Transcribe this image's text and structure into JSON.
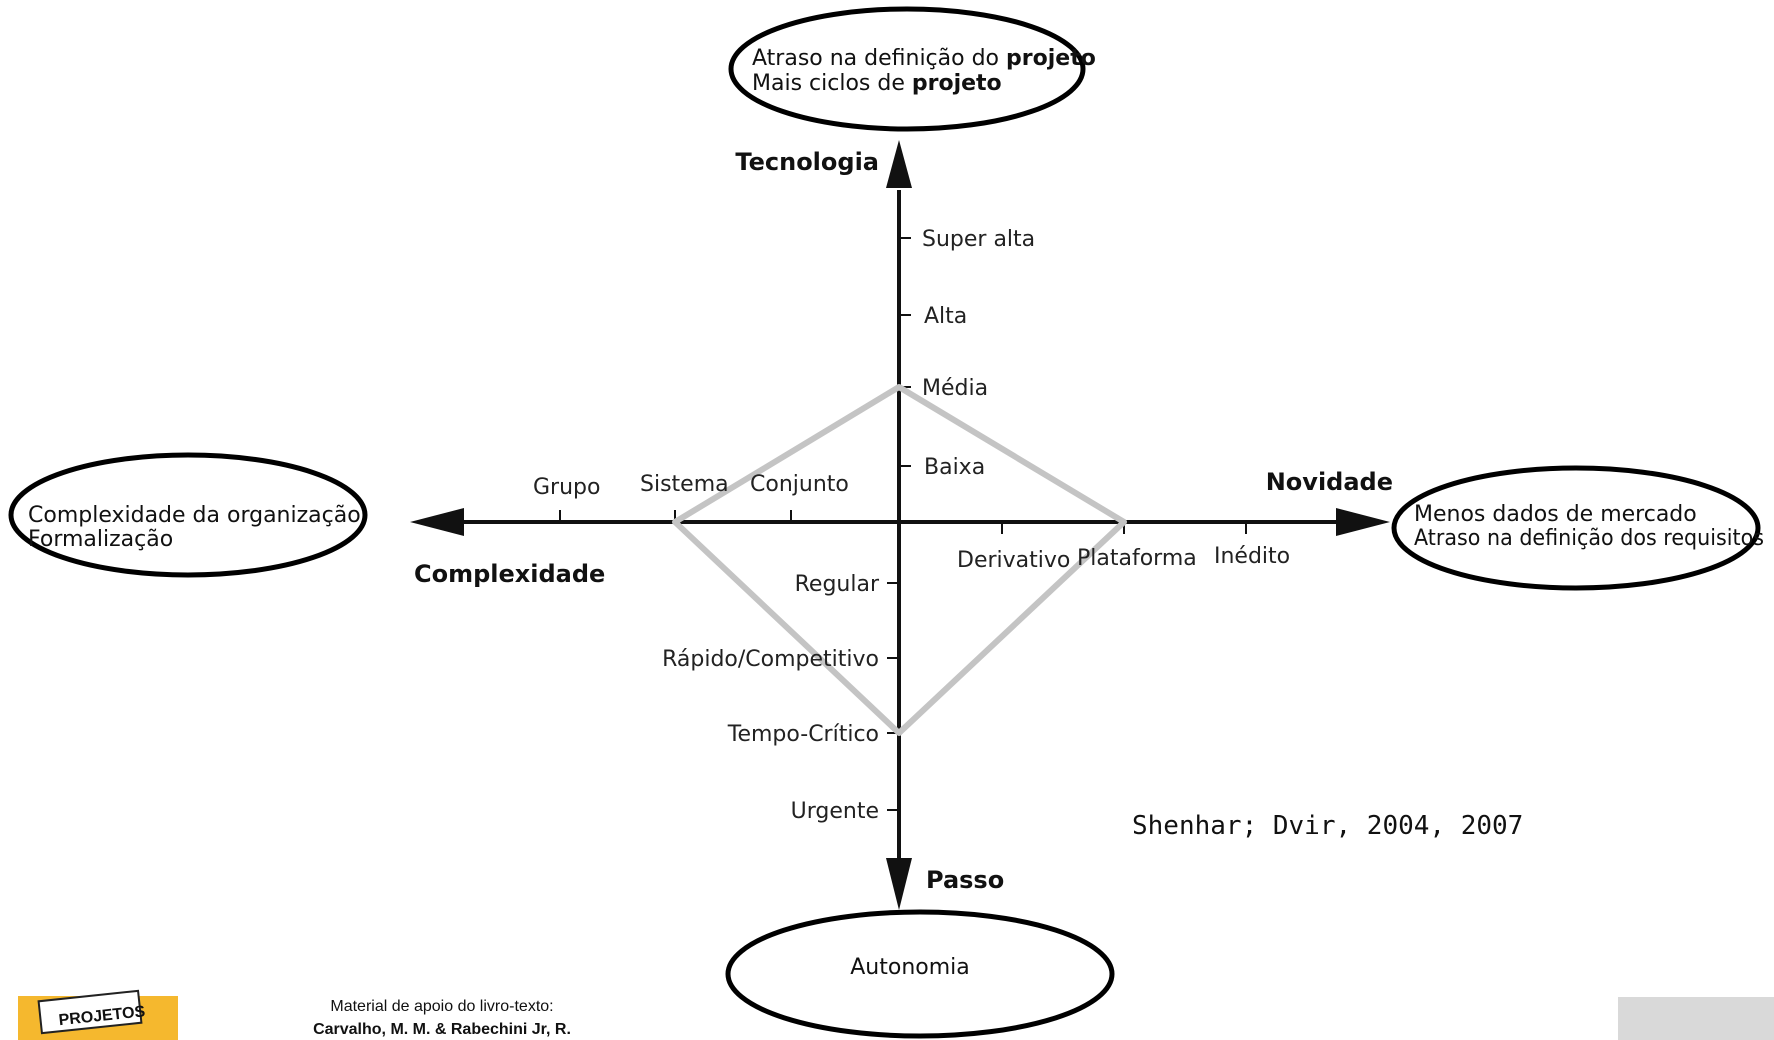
{
  "axes": {
    "tecnologia": {
      "title": "Tecnologia",
      "levels": [
        "Super alta",
        "Alta",
        "Média",
        "Baixa"
      ]
    },
    "novidade": {
      "title": "Novidade",
      "levels": [
        "Derivativo",
        "Plataforma",
        "Inédito"
      ]
    },
    "complexidade": {
      "title": "Complexidade",
      "levels": [
        "Conjunto",
        "Sistema",
        "Grupo"
      ]
    },
    "passo": {
      "title": "Passo",
      "levels": [
        "Regular",
        "Rápido/Competitivo",
        "Tempo-Crítico",
        "Urgente"
      ]
    }
  },
  "notes": {
    "top": {
      "line1_prefix": "Atraso na definição do ",
      "line1_bold": "projeto",
      "line2_prefix": "Mais ciclos de ",
      "line2_bold": "projeto"
    },
    "left": {
      "line1": "Complexidade da organização",
      "line2": "Formalização"
    },
    "right": {
      "line1": "Menos dados de mercado",
      "line2": "Atraso na definição dos requisitos"
    },
    "bottom": {
      "line1": "Autonomia"
    }
  },
  "profile": {
    "tecnologia": "Média",
    "novidade": "Plataforma",
    "complexidade": "Sistema",
    "passo": "Tempo-Crítico"
  },
  "citation": "Shenhar; Dvir, 2004, 2007",
  "footer": {
    "book_cover_text": "PROJETOS",
    "line1": "Material de apoio do livro-texto:",
    "line2": "Carvalho, M. M. & Rabechini Jr, R."
  },
  "colors": {
    "axis": "#111111",
    "profile": "#c4c4c4",
    "ellipse": "#000000",
    "book_cover": "#f5b82e",
    "footer_gray": "#d9d9d9"
  }
}
